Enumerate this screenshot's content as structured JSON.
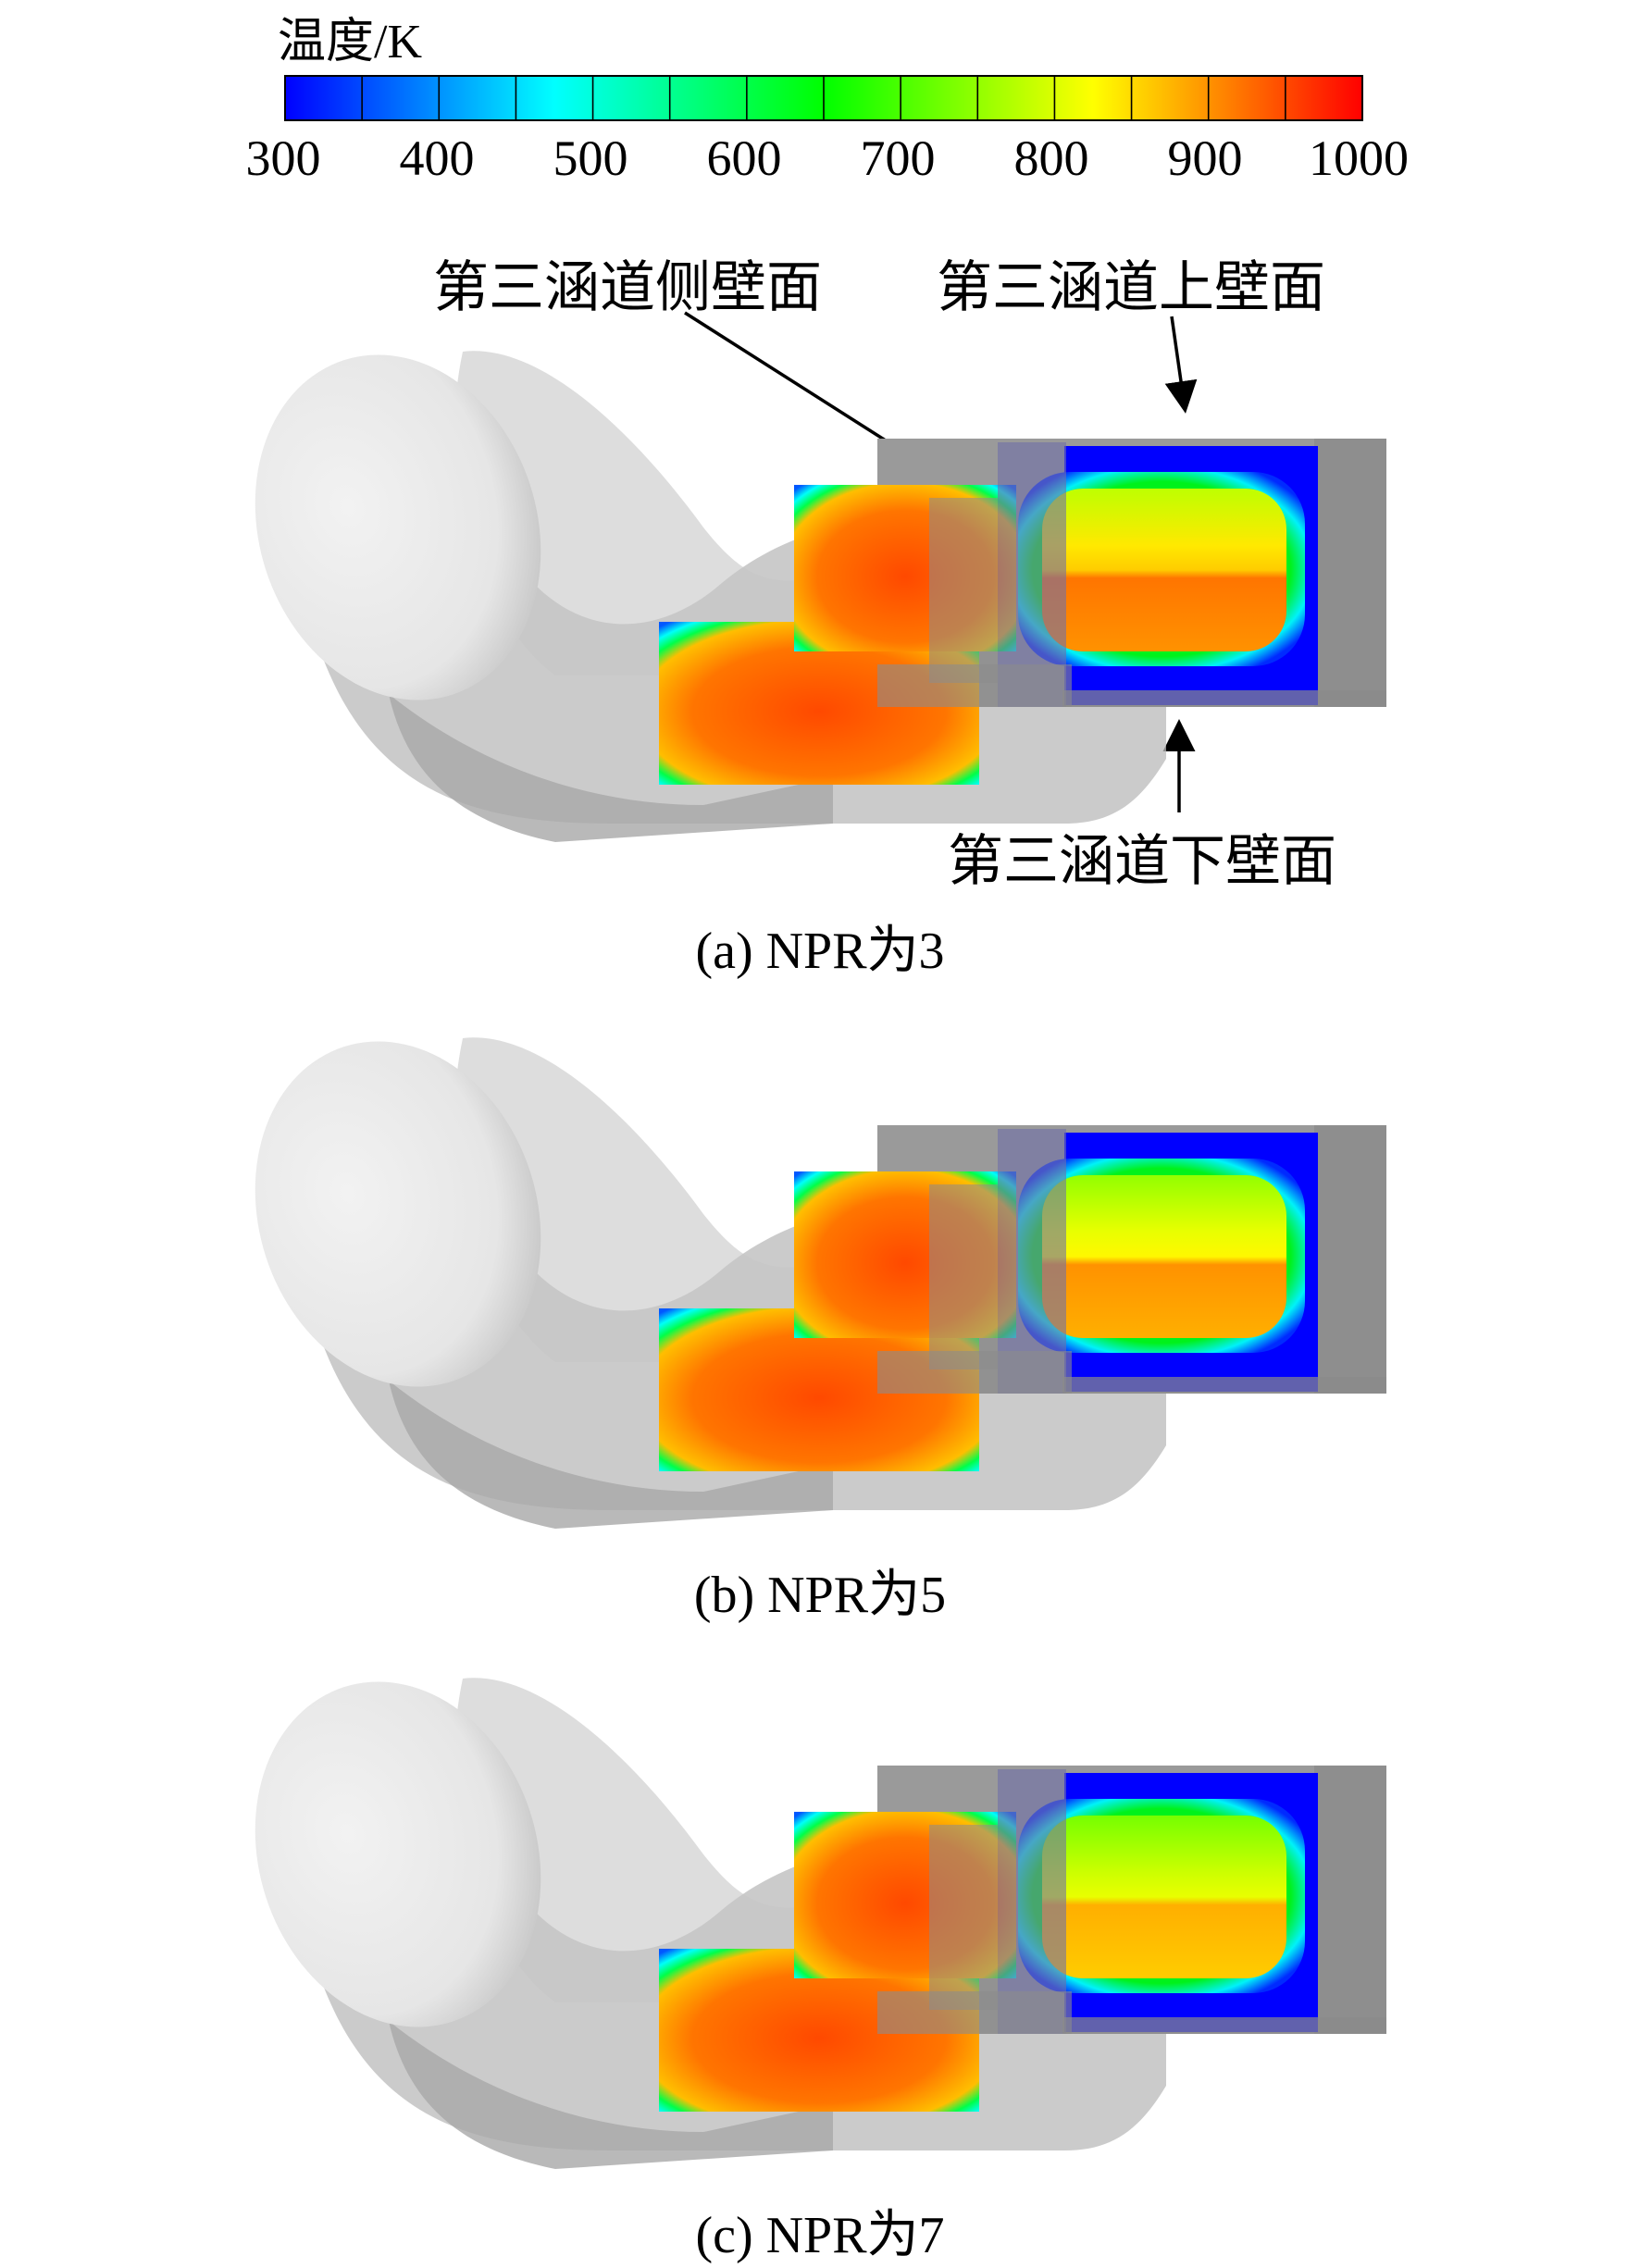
{
  "colorbar": {
    "title": "温度/K",
    "ticks": [
      "300",
      "400",
      "500",
      "600",
      "700",
      "800",
      "900",
      "1000"
    ],
    "min": 300,
    "max": 1000,
    "segments": 14,
    "colors": [
      "#0000ff",
      "#0080ff",
      "#00ffff",
      "#00ff80",
      "#00ff00",
      "#80ff00",
      "#ffff00",
      "#ff8000",
      "#ff0000"
    ]
  },
  "callouts": {
    "side_wall": "第三涵道侧壁面",
    "upper_wall": "第三涵道上壁面",
    "lower_wall": "第三涵道下壁面"
  },
  "panels": [
    {
      "caption": "(a) NPR为3",
      "npr": 3,
      "third_duct": {
        "upper_band_K": 840,
        "lower_band_K": 920
      },
      "inner_chambers_K": 930
    },
    {
      "caption": "(b) NPR为5",
      "npr": 5,
      "third_duct": {
        "upper_band_K": 810,
        "lower_band_K": 900
      },
      "inner_chambers_K": 930
    },
    {
      "caption": "(c) NPR为7",
      "npr": 7,
      "third_duct": {
        "upper_band_K": 790,
        "lower_band_K": 880
      },
      "inner_chambers_K": 930
    }
  ]
}
